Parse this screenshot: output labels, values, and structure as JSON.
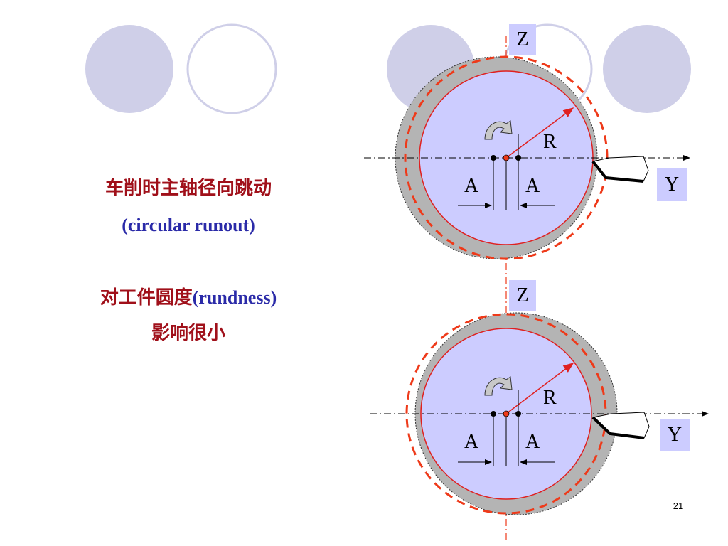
{
  "captions": {
    "line1_zh": "车削时主轴径向跳动",
    "line2_en": "(circular runout)",
    "line3_zh": "对工件圆度",
    "line3_en": "(rundness)",
    "line4_zh": "影响很小"
  },
  "diagram_top": {
    "axis_z": "Z",
    "axis_y": "Y",
    "radius_label": "R",
    "offset_left": "A",
    "offset_right": "A"
  },
  "diagram_bottom": {
    "axis_z": "Z",
    "axis_y": "Y",
    "radius_label": "R",
    "offset_left": "A",
    "offset_right": "A"
  },
  "page_number": "21",
  "colors": {
    "circle_lavender": "#cfcfe8",
    "workpiece_fill": "#ccccff",
    "material_gray": "#b4b4b4",
    "runout_dashed": "#ee3a1a",
    "caption_red": "#a0101a",
    "caption_blue": "#2a2aa8"
  }
}
